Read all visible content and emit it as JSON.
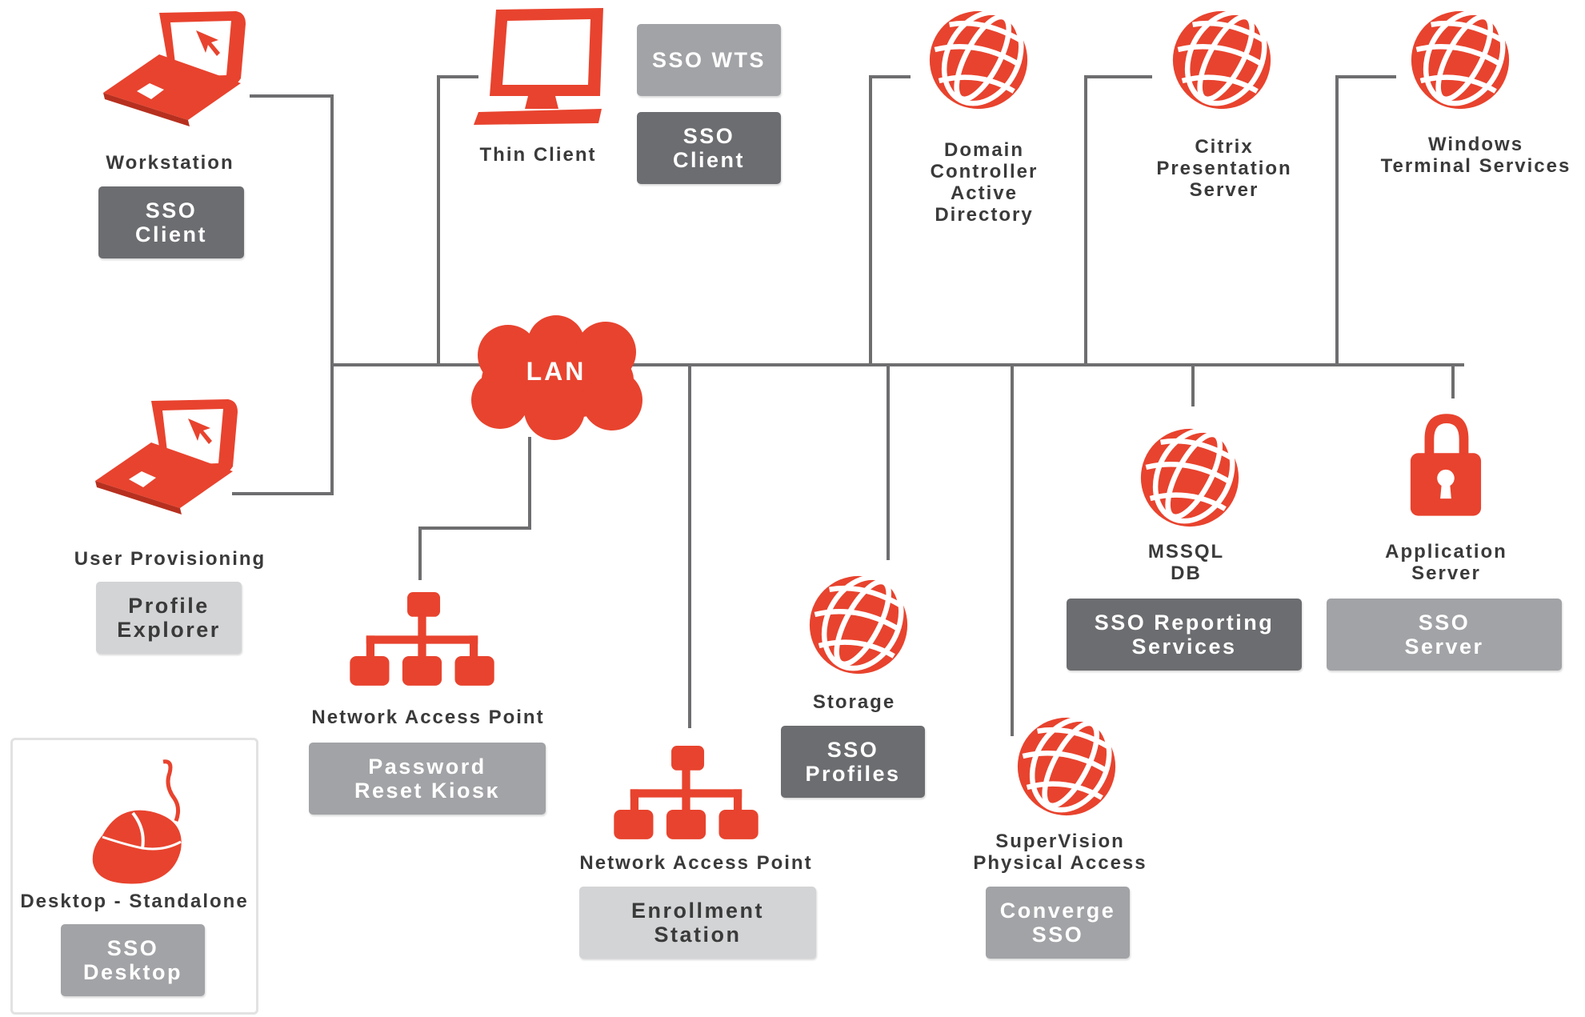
{
  "colors": {
    "accent_red": "#e8432e",
    "line_gray": "#6e6e70",
    "box_dark": "#6c6d70",
    "box_mid": "#a2a3a6",
    "box_light": "#d3d4d6"
  },
  "lan": {
    "label": "LAN",
    "icon": "cloud-icon"
  },
  "nodes": {
    "workstation": {
      "label": "Workstation",
      "box": "SSO\nClient",
      "icon": "laptop-icon"
    },
    "user_provisioning": {
      "label": "User Provisioning",
      "box": "Profile\nExplorer",
      "icon": "laptop-icon"
    },
    "thin_client": {
      "label": "Thin Client",
      "box_top": "SSO WTS",
      "box_bottom": "SSO\nClient",
      "icon": "monitor-icon"
    },
    "domain_controller": {
      "label": "Domain\nController\nActive\nDirectory",
      "icon": "globe-icon"
    },
    "citrix": {
      "label": "Citrix\nPresentation\nServer",
      "icon": "globe-icon"
    },
    "windows_ts": {
      "label": "Windows\nTerminal Services",
      "icon": "globe-icon"
    },
    "nap_password": {
      "label": "Network Access Point",
      "box": "Password\nReset Kiosĸ",
      "icon": "network-hierarchy-icon"
    },
    "nap_enrollment": {
      "label": "Network Access Point",
      "box": "Enrollment\nStation",
      "icon": "network-hierarchy-icon"
    },
    "storage": {
      "label": "Storage",
      "box": "SSO\nProfiles",
      "icon": "globe-icon"
    },
    "supervision": {
      "label": "SuperVision\nPhysical Access",
      "box": "Converge\nSSO",
      "icon": "globe-icon"
    },
    "mssql": {
      "label": "MSSQL\nDB",
      "box": "SSO Reporting\nServices",
      "icon": "globe-icon"
    },
    "app_server": {
      "label": "Application\nServer",
      "box": "SSO\nServer",
      "icon": "padlock-icon"
    },
    "desktop_standalone": {
      "label": "Desktop - Standalone",
      "box": "SSO\nDesktop",
      "icon": "mouse-icon"
    }
  }
}
